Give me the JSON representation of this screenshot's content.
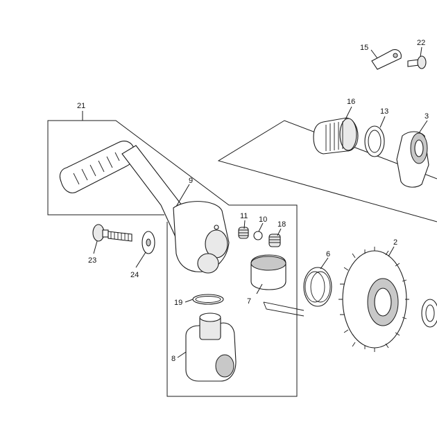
{
  "callouts": {
    "c2": "2",
    "c3": "3",
    "c6": "6",
    "c7": "7",
    "c8": "8",
    "c9": "9",
    "c10": "10",
    "c11": "11",
    "c13": "13",
    "c15": "15",
    "c16": "16",
    "c18": "18",
    "c19": "19",
    "c21": "21",
    "c22": "22",
    "c23": "23",
    "c24": "24"
  }
}
